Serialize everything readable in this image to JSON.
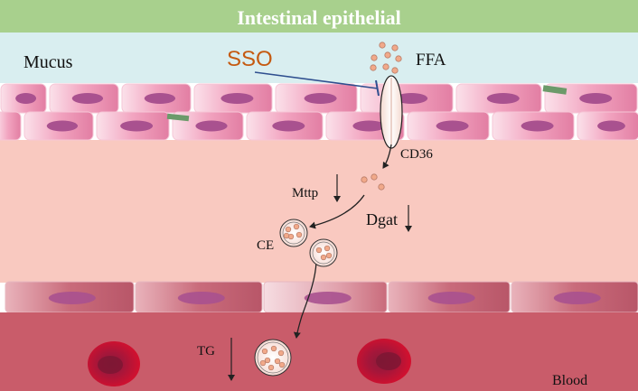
{
  "title": "Intestinal epithelial",
  "labels": {
    "mucus": "Mucus",
    "sso": "SSO",
    "ffa": "FFA",
    "cd36": "CD36",
    "mttp": "Mttp",
    "dgat": "Dgat",
    "ce": "CE",
    "tg": "TG",
    "blood": "Blood"
  },
  "colors": {
    "title_bar": "#a8d08d",
    "mucus": "#d9eef0",
    "cytoplasm": "#f9c9c0",
    "cell": "#f2a4c0",
    "nucleus": "#a9518f",
    "endothelium": "#c96b7b",
    "blood": "#c95c6a",
    "sso_text": "#c55a11",
    "inhibitor_line": "#2f4f8f",
    "fatty_acid": "#f1a98a",
    "rbc": "#c8102e"
  }
}
